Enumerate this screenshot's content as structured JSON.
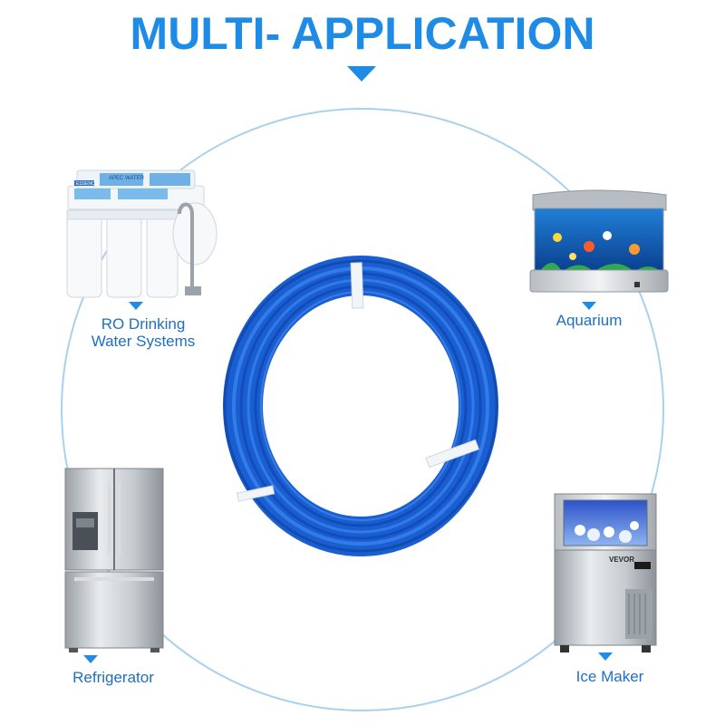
{
  "title": "MULTI- APPLICATION",
  "applications": [
    {
      "label_line1": "RO Drinking",
      "label_line2": "Water Systems",
      "icon": "ro-filter-system-icon"
    },
    {
      "label_line1": "Aquarium",
      "label_line2": "",
      "icon": "aquarium-icon"
    },
    {
      "label_line1": "Refrigerator",
      "label_line2": "",
      "icon": "refrigerator-icon"
    },
    {
      "label_line1": "Ice Maker",
      "label_line2": "",
      "icon": "ice-maker-icon"
    }
  ],
  "ro_branding": {
    "brand": "APEC WATER",
    "logo": "ESSENCE"
  },
  "ice_maker_branding": {
    "brand": "VEVOR"
  },
  "colors": {
    "accent": "#1e8ce6",
    "circle": "#a9d1ef",
    "tubing": "#1d63d8"
  }
}
